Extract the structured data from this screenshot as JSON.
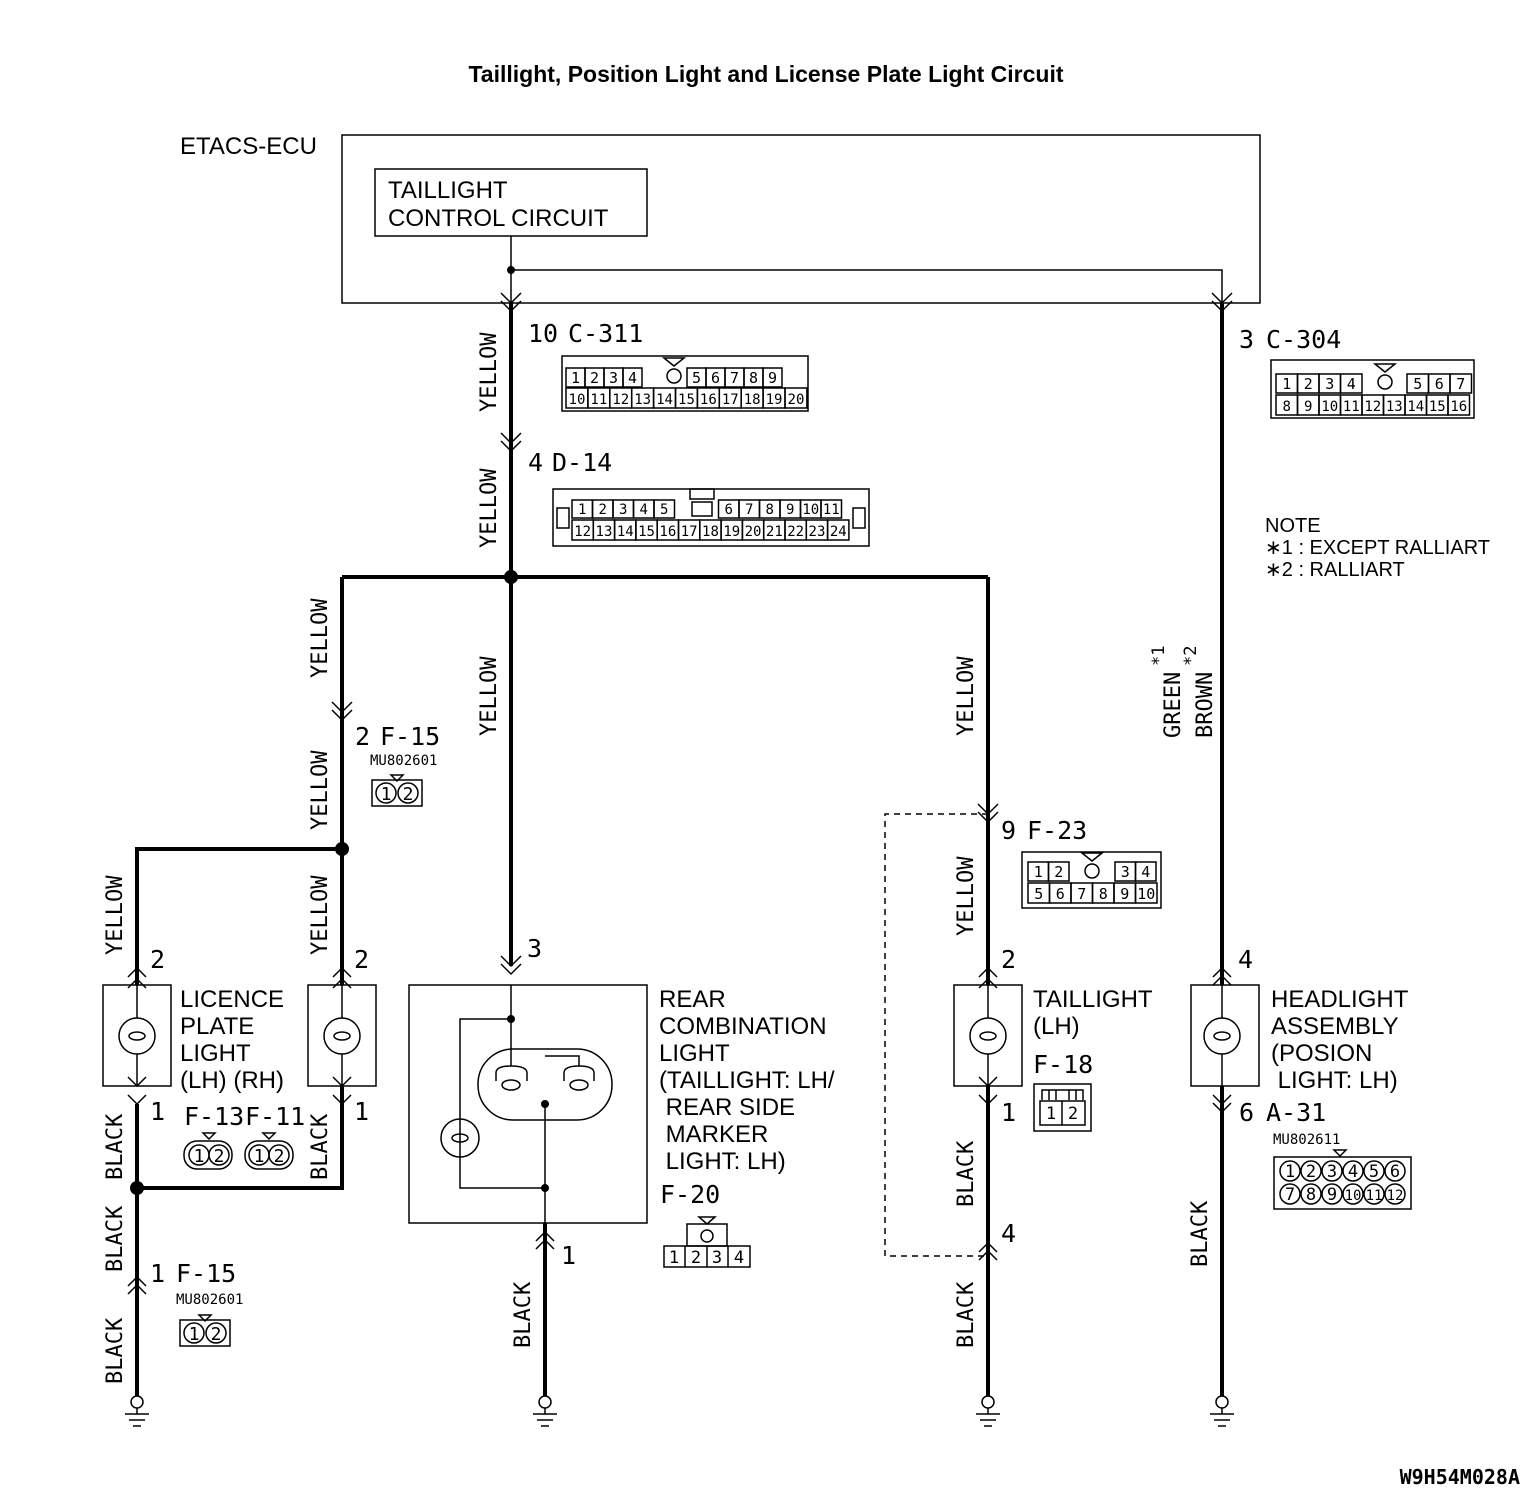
{
  "title": "Taillight, Position Light and License Plate Light Circuit",
  "etacs": {
    "name": "ETACS-ECU",
    "circuit_line1": "TAILLIGHT",
    "circuit_line2": "CONTROL CIRCUIT"
  },
  "wire_colors": {
    "yellow": "YELLOW",
    "black": "BLACK",
    "green": "GREEN",
    "brown": "BROWN",
    "star1": "*1",
    "star2": "*2"
  },
  "connectors": {
    "c311": {
      "pin": "10",
      "id": "C-311",
      "row1": [
        "1",
        "2",
        "3",
        "4",
        "",
        "5",
        "6",
        "7",
        "8",
        "9"
      ],
      "row2": [
        "10",
        "11",
        "12",
        "13",
        "14",
        "15",
        "16",
        "17",
        "18",
        "19",
        "20"
      ]
    },
    "c304": {
      "pin": "3",
      "id": "C-304",
      "row1": [
        "1",
        "2",
        "3",
        "4",
        "",
        "5",
        "6",
        "7"
      ],
      "row2": [
        "8",
        "9",
        "10",
        "11",
        "12",
        "13",
        "14",
        "15",
        "16"
      ]
    },
    "d14": {
      "pin": "4",
      "id": "D-14",
      "row1": [
        "1",
        "2",
        "3",
        "4",
        "5",
        "",
        "6",
        "7",
        "8",
        "9",
        "10",
        "11"
      ],
      "row2": [
        "12",
        "13",
        "14",
        "15",
        "16",
        "17",
        "18",
        "19",
        "20",
        "21",
        "22",
        "23",
        "24"
      ]
    },
    "f15_top": {
      "pin": "2",
      "id": "F-15",
      "part": "MU802601",
      "pins": [
        "1",
        "2"
      ]
    },
    "f15_bot": {
      "pin": "1",
      "id": "F-15",
      "part": "MU802601",
      "pins": [
        "1",
        "2"
      ]
    },
    "f23": {
      "pin": "9",
      "id": "F-23",
      "row1": [
        "1",
        "2",
        "",
        "3",
        "4"
      ],
      "row2": [
        "5",
        "6",
        "7",
        "8",
        "9",
        "10"
      ]
    },
    "f13": {
      "id": "F-13",
      "pins": [
        "1",
        "2"
      ]
    },
    "f11": {
      "id": "F-11",
      "pins": [
        "1",
        "2"
      ]
    },
    "f20": {
      "id": "F-20",
      "pins": [
        "1",
        "2",
        "3",
        "4"
      ]
    },
    "f18": {
      "id": "F-18",
      "pins": [
        "1",
        "2"
      ]
    },
    "a31": {
      "pin": "6",
      "id": "A-31",
      "part": "MU802611",
      "row1": [
        "1",
        "2",
        "3",
        "4",
        "5",
        "6"
      ],
      "row2": [
        "7",
        "8",
        "9",
        "10",
        "11",
        "12"
      ]
    }
  },
  "pins": {
    "lic_lh_top": "2",
    "lic_rh_top": "2",
    "lic_lh_bot": "1",
    "lic_rh_bot": "1",
    "rear_top": "3",
    "rear_bot": "1",
    "tail_top": "2",
    "tail_bot": "1",
    "tail_gnd": "4",
    "head_top": "4"
  },
  "components": {
    "licence": [
      "LICENCE",
      "PLATE",
      "LIGHT",
      "(LH) (RH)"
    ],
    "rear": [
      "REAR",
      "COMBINATION",
      "LIGHT",
      "(TAILLIGHT: LH/",
      " REAR SIDE",
      " MARKER",
      " LIGHT: LH)"
    ],
    "taillight": [
      "TAILLIGHT",
      "(LH)"
    ],
    "headlight": [
      "HEADLIGHT",
      "ASSEMBLY",
      "(POSION",
      " LIGHT: LH)"
    ]
  },
  "note": {
    "title": "NOTE",
    "line1": "∗1 : EXCEPT RALLIART",
    "line2": "∗2 : RALLIART"
  },
  "figure_code": "W9H54M028A"
}
